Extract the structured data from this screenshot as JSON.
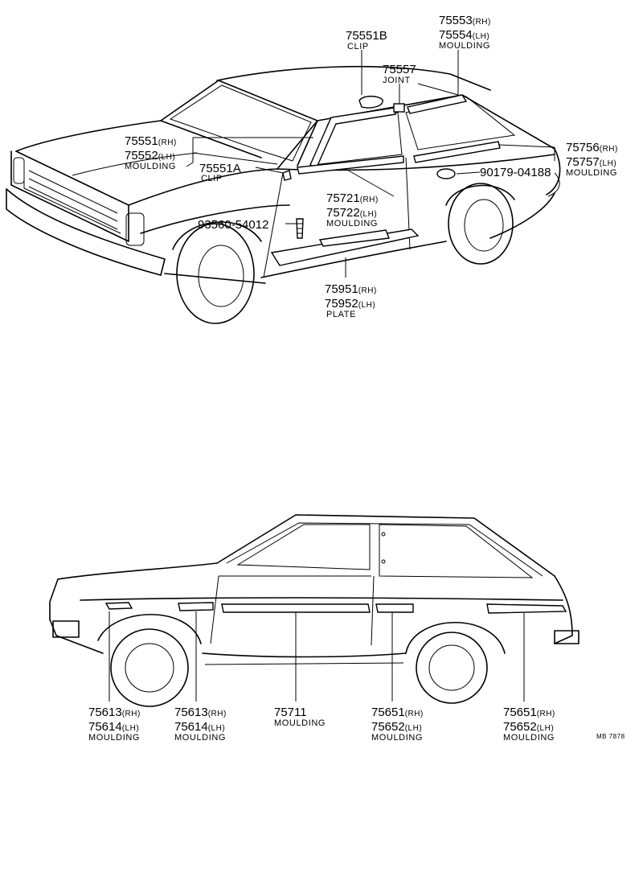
{
  "labels": {
    "l1": {
      "no": "75551B",
      "desc": "CLIP"
    },
    "l2": {
      "no1": "75553",
      "s1": "(RH)",
      "no2": "75554",
      "s2": "(LH)",
      "desc": "MOULDING"
    },
    "l3": {
      "no": "75557",
      "desc": "JOINT"
    },
    "l4": {
      "no1": "75551",
      "s1": "(RH)",
      "no2": "75552",
      "s2": "(LH)",
      "desc": "MOULDING"
    },
    "l5": {
      "no": "75551A",
      "desc": "CLIP"
    },
    "l6": {
      "no1": "75756",
      "s1": "(RH)",
      "no2": "75757",
      "s2": "(LH)",
      "desc": "MOULDING"
    },
    "l7": {
      "no": "90179-04188"
    },
    "l8": {
      "no1": "75721",
      "s1": "(RH)",
      "no2": "75722",
      "s2": "(LH)",
      "desc": "MOULDING"
    },
    "l9": {
      "no": "93560-54012"
    },
    "l10": {
      "no1": "75951",
      "s1": "(RH)",
      "no2": "75952",
      "s2": "(LH)",
      "desc": "PLATE"
    },
    "l11": {
      "no1": "75613",
      "s1": "(RH)",
      "no2": "75614",
      "s2": "(LH)",
      "desc": "MOULDING"
    },
    "l12": {
      "no1": "75613",
      "s1": "(RH)",
      "no2": "75614",
      "s2": "(LH)",
      "desc": "MOULDING"
    },
    "l13": {
      "no": "75711",
      "desc": "MOULDING"
    },
    "l14": {
      "no1": "75651",
      "s1": "(RH)",
      "no2": "75652",
      "s2": "(LH)",
      "desc": "MOULDING"
    },
    "l15": {
      "no1": "75651",
      "s1": "(RH)",
      "no2": "75652",
      "s2": "(LH)",
      "desc": "MOULDING"
    }
  },
  "stamp": "MB 7878"
}
